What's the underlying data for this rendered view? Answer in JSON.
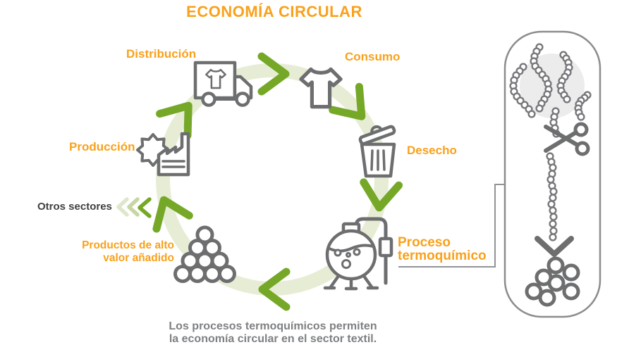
{
  "title": "ECONOMÍA CIRCULAR",
  "caption": "Los procesos termoquímicos permiten\nla economía circular en el sector textil.",
  "cycle": {
    "stages": [
      {
        "label": "Distribución",
        "icon": "delivery-truck-icon"
      },
      {
        "label": "Consumo",
        "icon": "tshirt-icon"
      },
      {
        "label": "Desecho",
        "icon": "trash-bin-icon"
      },
      {
        "label": "Proceso\ntermoquímico",
        "icon": "reactor-icon"
      },
      {
        "label": "Productos de alto\nvalor añadido",
        "icon": "product-stack-icon"
      },
      {
        "label": "Producción",
        "icon": "factory-icon"
      }
    ],
    "branch_label": "Otros sectores"
  },
  "side_panel": {
    "icons": [
      "polymer-chains-icon",
      "scissors-icon",
      "monomer-chain-icon",
      "down-arrow-icon",
      "pellets-icon"
    ]
  },
  "colors": {
    "orange": "#F9A11B",
    "green": "#76A828",
    "pale_green_ring": "#E7EDD5",
    "pale_chevron_1": "#DEE7CB",
    "pale_chevron_2": "#C7D6A3",
    "icon_gray": "#6D6E70",
    "caption_gray": "#7E8083",
    "dark_text": "#414042"
  }
}
